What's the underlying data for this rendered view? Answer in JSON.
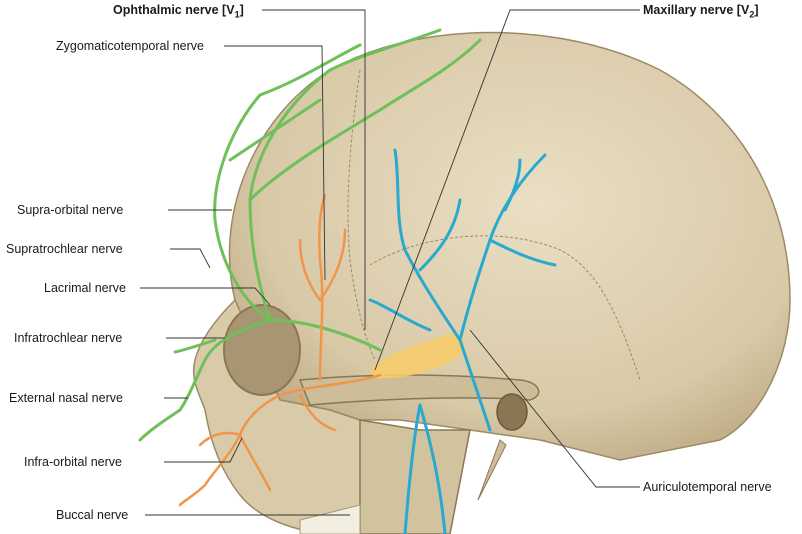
{
  "labels": {
    "ophthalmic": "Ophthalmic nerve [V",
    "ophthalmic_sub": "1",
    "ophthalmic_end": "]",
    "maxillary": "Maxillary nerve [V",
    "maxillary_sub": "2",
    "maxillary_end": "]",
    "zygomaticotemporal": "Zygomaticotemporal nerve",
    "supraorbital": "Supra-orbital nerve",
    "supratrochlear": "Supratrochlear nerve",
    "lacrimal": "Lacrimal nerve",
    "infratrochlear": "Infratrochlear nerve",
    "external_nasal": "External nasal nerve",
    "infraorbital": "Infra-orbital nerve",
    "buccal": "Buccal nerve",
    "auriculotemporal": "Auriculotemporal nerve"
  },
  "colors": {
    "bone": "#dccfb0",
    "bone_shadow": "#b9a883",
    "ophthalmic_nerve": "#6fbf5a",
    "maxillary_nerve": "#f0954a",
    "mandibular_nerve": "#2aa9cf",
    "ganglion": "#f6cc6a",
    "leader": "#333333"
  }
}
